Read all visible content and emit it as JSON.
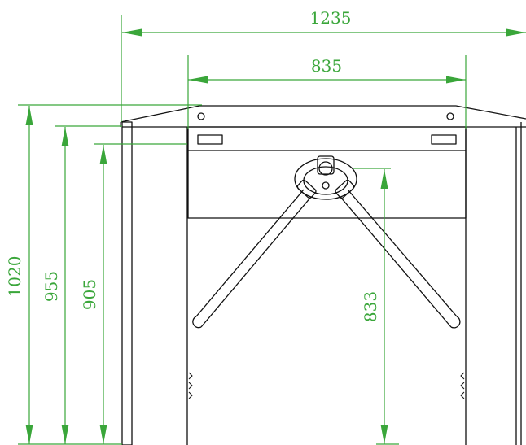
{
  "drawing": {
    "line_color": "#111111",
    "dimension_color": "#3aa63a",
    "dimensions": {
      "overall_width": "1235",
      "passage_width": "835",
      "overall_height": "1020",
      "cabinet_height": "955",
      "panel_height": "905",
      "arm_height": "833"
    }
  }
}
